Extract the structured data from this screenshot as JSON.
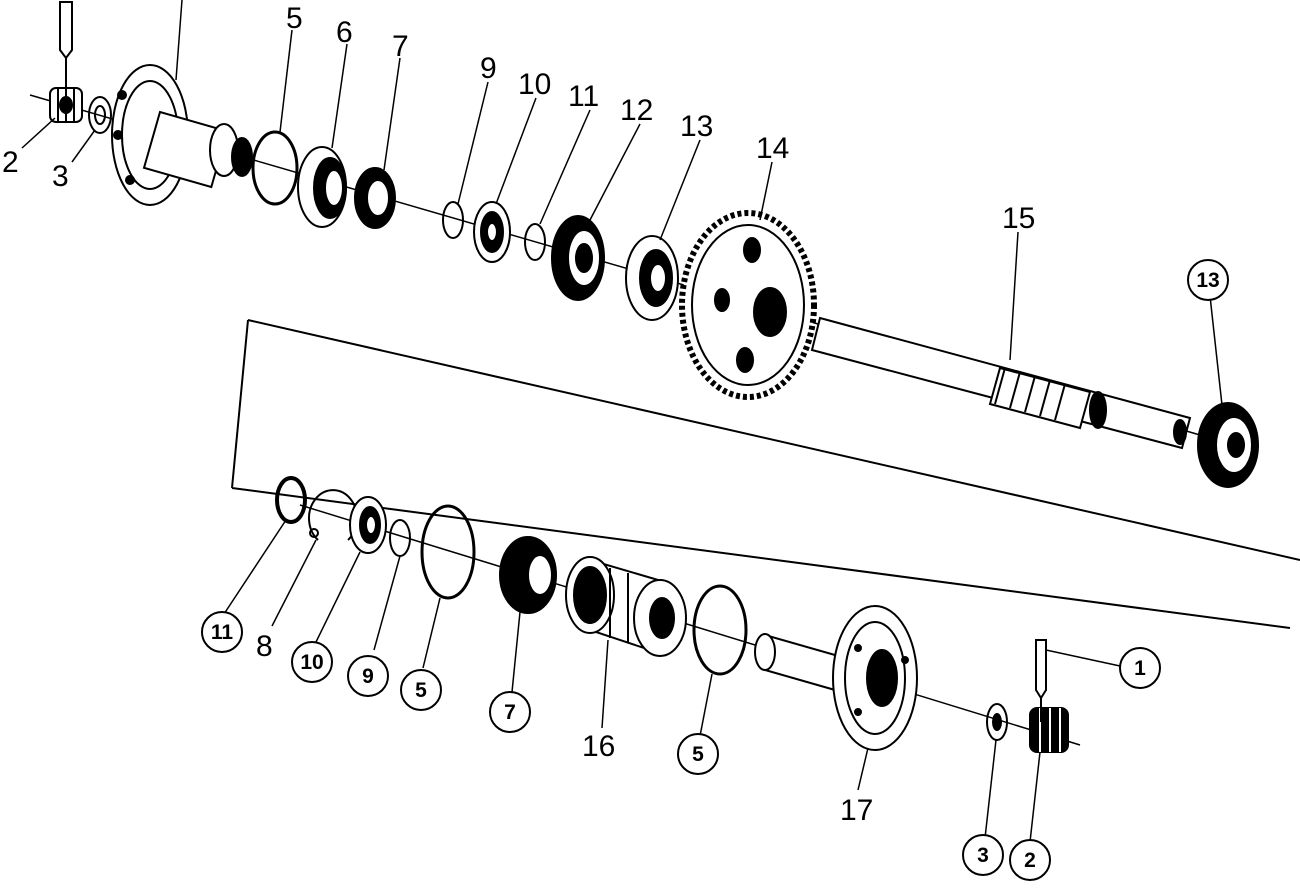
{
  "callouts_plain": [
    "2",
    "3",
    "5",
    "6",
    "7",
    "9",
    "10",
    "11",
    "12",
    "13",
    "14",
    "15",
    "8",
    "16",
    "17"
  ],
  "callouts_circled": [
    "13",
    "11",
    "10",
    "9",
    "5",
    "7",
    "5",
    "1",
    "3",
    "2"
  ]
}
